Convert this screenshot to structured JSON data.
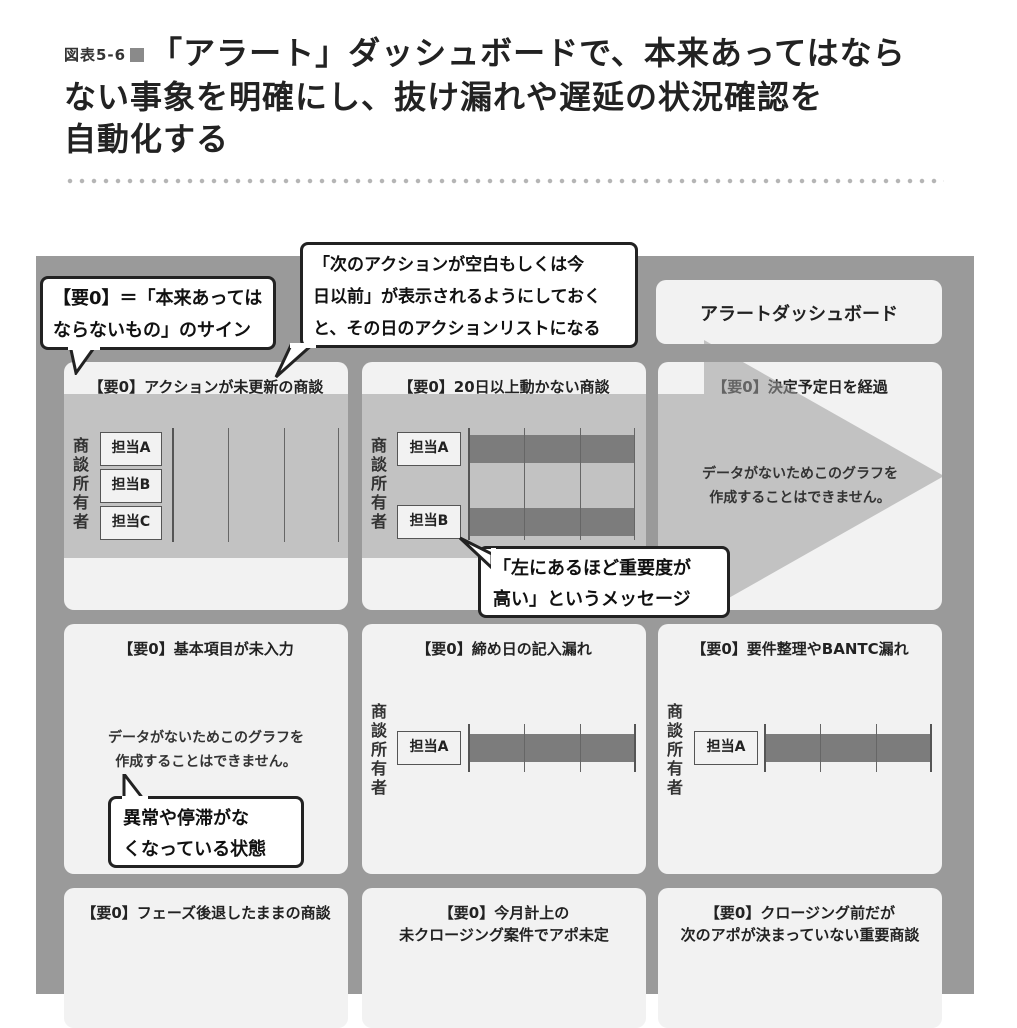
{
  "header": {
    "fig_label": "図表5-6",
    "title_lines": [
      "「アラート」ダッシュボードで、本来あってはなら",
      "ない事象を明確にし、抜け漏れや遅延の状況確認を",
      "自動化する"
    ]
  },
  "dashboard_title": "アラートダッシュボード",
  "callouts": {
    "youzero": [
      "【要0】＝「本来あっては",
      "ならないもの」のサイン"
    ],
    "action": [
      "「次のアクションが空白もしくは今",
      "日以前」が表示されるようにしておく",
      "と、その日のアクションリストになる"
    ],
    "priority": [
      "「左にあるほど重要度が",
      "高い」というメッセージ"
    ],
    "anomaly": [
      "異常や停滞がな",
      "くなっている状態"
    ]
  },
  "panels": {
    "p1": {
      "title": "【要0】アクションが未更新の商談",
      "ylabel": "商談所有者",
      "owners": [
        "担当A",
        "担当B",
        "担当C"
      ]
    },
    "p2": {
      "title": "【要0】20日以上動かない商談",
      "ylabel": "商談所有者",
      "owners": [
        "担当A",
        "担当B"
      ]
    },
    "p3": {
      "title": "【要0】決定予定日を経過",
      "nodata": [
        "データがないためこのグラフを",
        "作成することはできません。"
      ]
    },
    "p4": {
      "title": "【要0】基本項目が未入力",
      "nodata": [
        "データがないためこのグラフを",
        "作成することはできません。"
      ]
    },
    "p5": {
      "title": "【要0】締め日の記入漏れ",
      "ylabel": "商談所有者",
      "owners": [
        "担当A"
      ]
    },
    "p6": {
      "title": "【要0】要件整理やBANTC漏れ",
      "ylabel": "商談所有者",
      "owners": [
        "担当A"
      ]
    },
    "p7": {
      "title": "【要0】フェーズ後退したままの商談"
    },
    "p8": {
      "title_lines": [
        "【要0】今月計上の",
        "未クロージング案件でアポ未定"
      ]
    },
    "p9": {
      "title_lines": [
        "【要0】クロージング前だが",
        "次のアポが決まっていない重要商談"
      ]
    }
  },
  "colors": {
    "board": "#9a9a9a",
    "panel": "#f2f2f2",
    "bar": "#7c7c7c",
    "arrow": "#9a9a9a"
  }
}
